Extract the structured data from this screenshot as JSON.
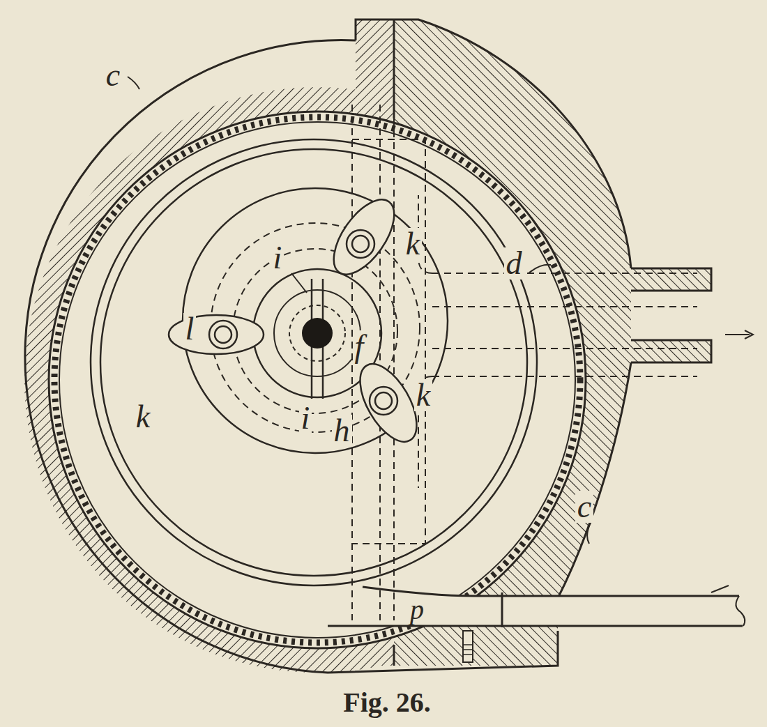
{
  "diagram": {
    "caption": "Fig. 26.",
    "labels": [
      "c",
      "k",
      "d",
      "i",
      "l",
      "f",
      "k",
      "i",
      "h",
      "k",
      "c",
      "p"
    ]
  }
}
